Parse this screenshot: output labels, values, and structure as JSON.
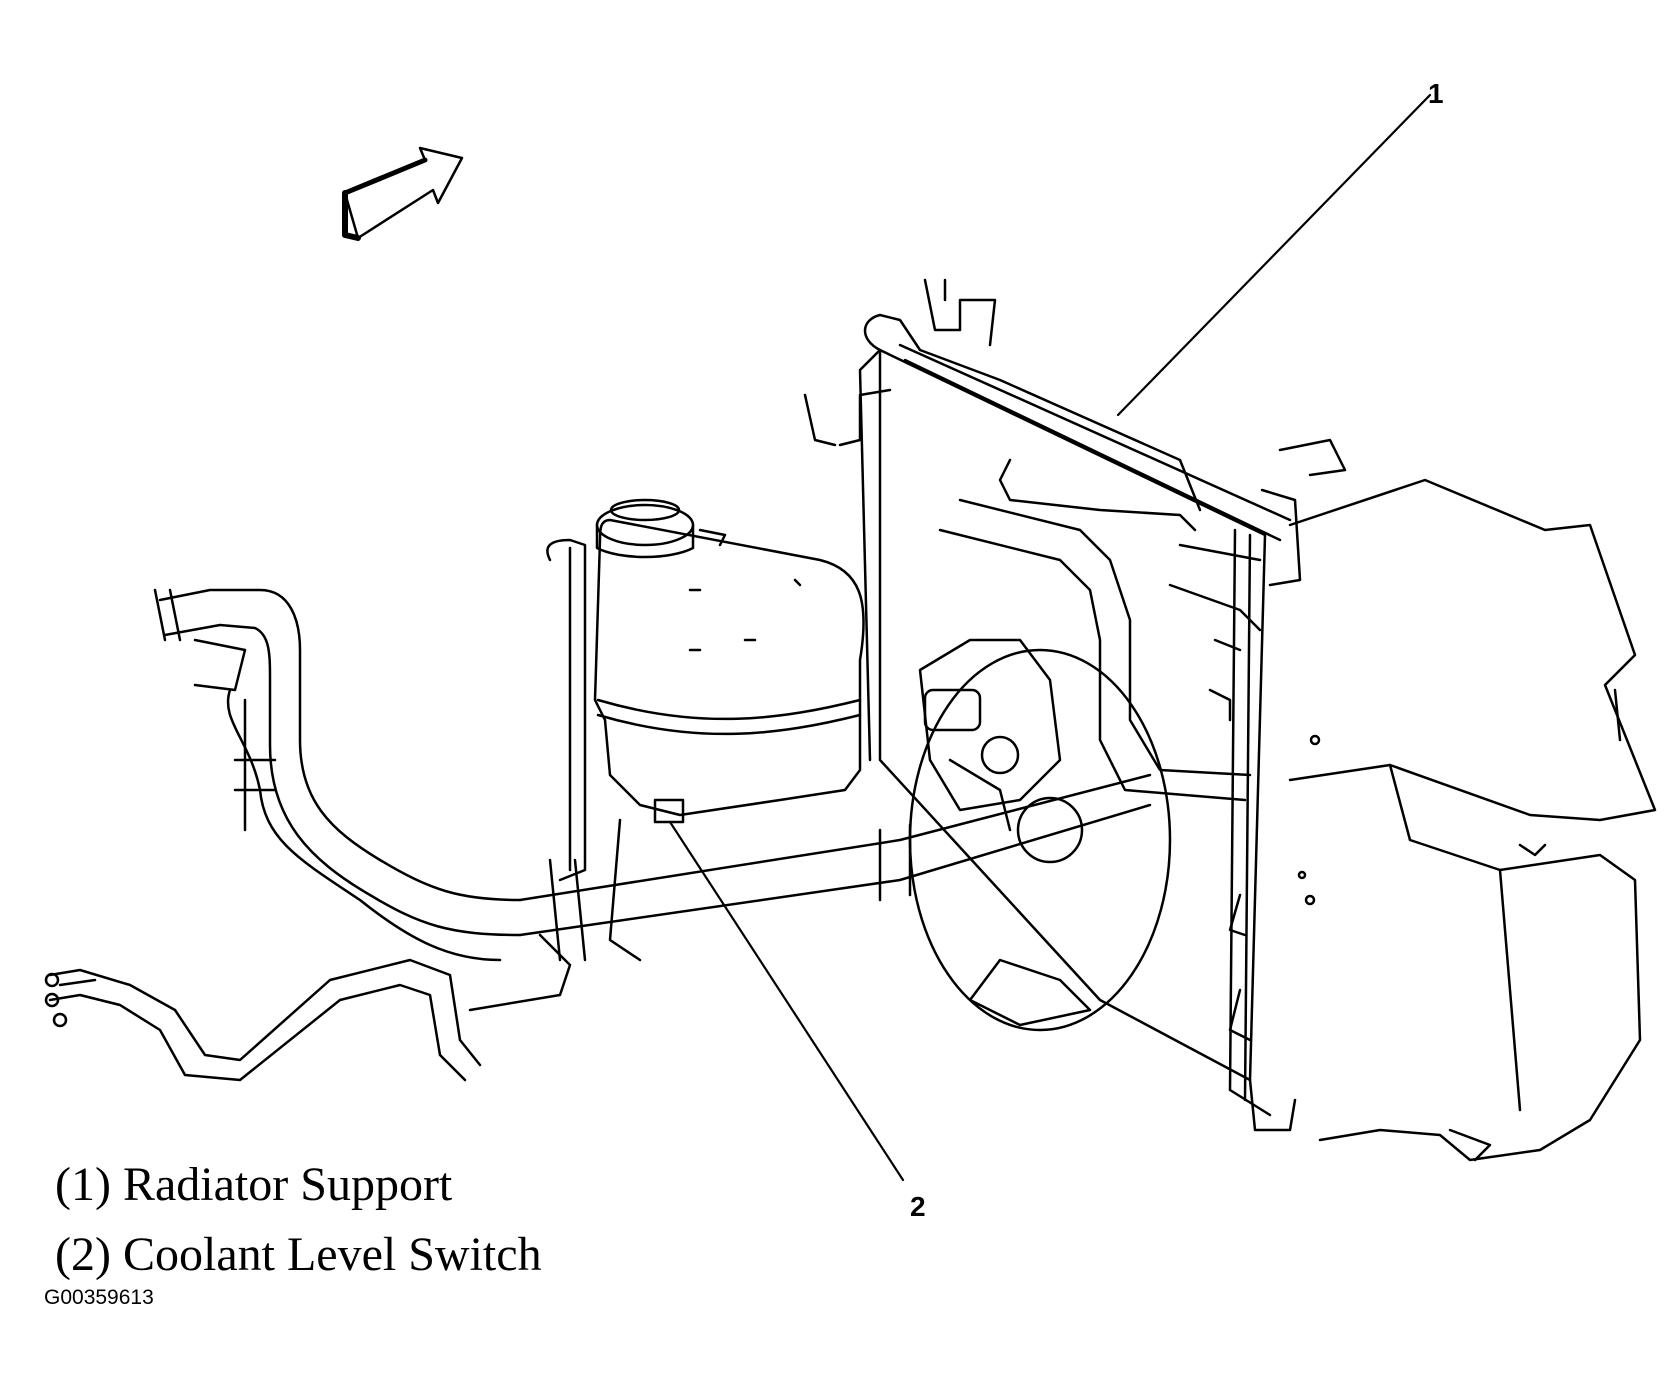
{
  "callouts": {
    "one": "1",
    "two": "2"
  },
  "legend": {
    "item1": "(1) Radiator Support",
    "item2": "(2) Coolant Level Switch"
  },
  "figure_id": "G00359613",
  "colors": {
    "ink": "#000000",
    "paper": "#ffffff"
  },
  "icons": {
    "direction_arrow": "forward-arrow-icon"
  }
}
